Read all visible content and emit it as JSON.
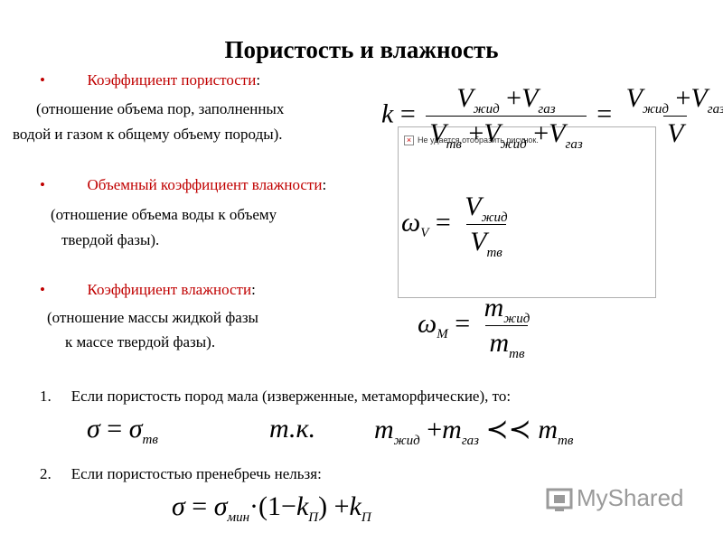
{
  "title": "Пористость и влажность",
  "items": [
    {
      "term": "Коэффициент пористости",
      "colon": ":",
      "desc1": "(отношение объема пор, заполненных",
      "desc2": "водой и газом к общему объему породы)."
    },
    {
      "term": "Объемный коэффициент влажности",
      "colon": ":",
      "desc1": "(отношение объема воды к объему",
      "desc2": "твердой фазы)."
    },
    {
      "term": "Коэффициент влажности",
      "colon": ":",
      "desc1": "(отношение массы жидкой фазы",
      "desc2": "к массе твердой фазы)."
    }
  ],
  "numbered": [
    {
      "num": "1.",
      "text": "Если пористость пород мала (изверженные, метаморфические), то:"
    },
    {
      "num": "2.",
      "text": "Если пористостью пренебречь нельзя:"
    }
  ],
  "broken_image_text": "Не удается отобразить рисунок.",
  "formulas": {
    "k": "k",
    "eq": "=",
    "plus": "+",
    "V": "V",
    "sub_zhid": "жид",
    "sub_gaz": "газ",
    "sub_tv": "тв",
    "omega": "ω",
    "sub_V": "V",
    "sub_M": "M",
    "m": "m",
    "sigma": "σ",
    "tk": "т.к.",
    "ll": "≺≺",
    "sub_min": "мин",
    "sub_P": "П",
    "dot": "·",
    "paren_open": "(",
    "one": "1",
    "minus": "−",
    "paren_close": ")"
  },
  "logo": {
    "text": "MyShared"
  }
}
